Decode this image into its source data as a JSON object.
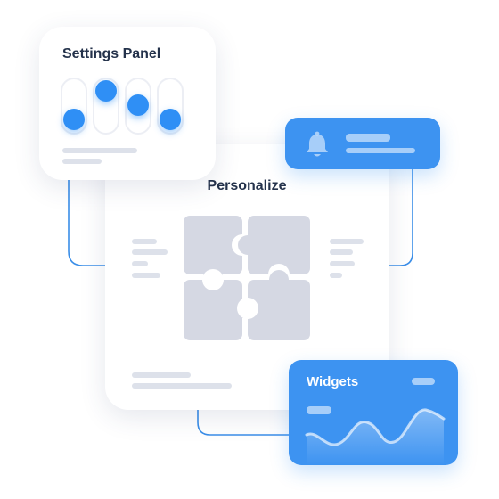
{
  "settings_panel": {
    "title": "Settings Panel"
  },
  "main_card": {
    "title": "Personalize"
  },
  "widgets_card": {
    "title": "Widgets"
  },
  "colors": {
    "accent": "#2f8ff5",
    "card_blue": "#3d93f1",
    "puzzle": "#d5d8e3",
    "heading": "#24324b"
  }
}
